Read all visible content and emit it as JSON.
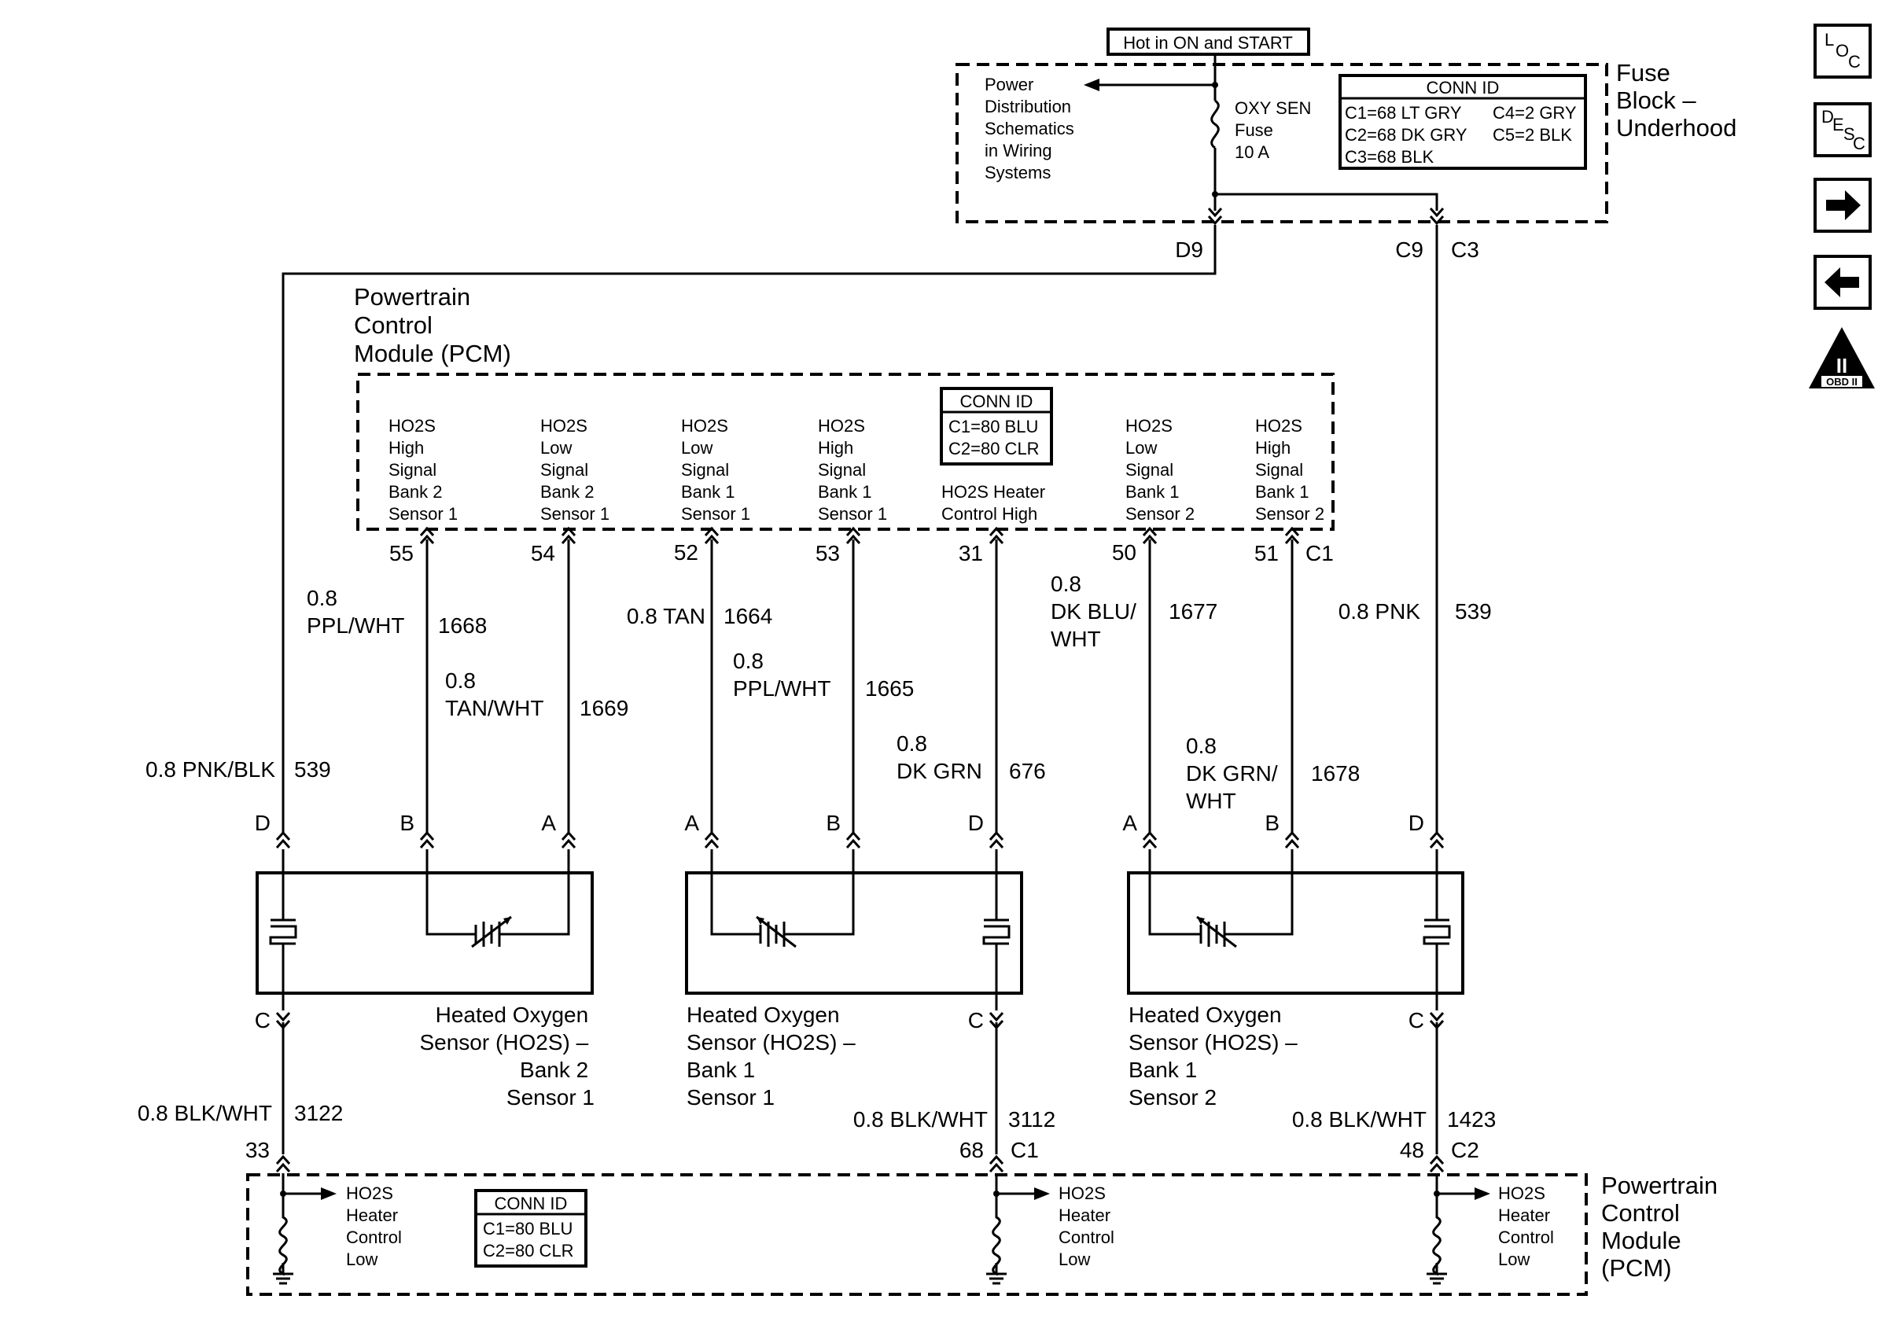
{
  "fuse_block": {
    "hot_label": "Hot in ON and START",
    "power_ref": [
      "Power",
      "Distribution",
      "Schematics",
      "in Wiring",
      "Systems"
    ],
    "fuse_label": [
      "OXY SEN",
      "Fuse",
      "10 A"
    ],
    "conn_title": "CONN ID",
    "conn_rows": [
      "C1=68 LT GRY",
      "C4=2 GRY",
      "C2=68 DK GRY",
      "C5=2 BLK",
      "C3=68 BLK"
    ],
    "name": [
      "Fuse",
      "Block –",
      "Underhood"
    ],
    "terminals": [
      "D9",
      "C9",
      "C3"
    ]
  },
  "pcm_top": {
    "title": [
      "Powertrain",
      "Control",
      "Module (PCM)"
    ],
    "conn_title": "CONN ID",
    "conn_rows": [
      "C1=80 BLU",
      "C2=80 CLR"
    ],
    "signals": [
      [
        "HO2S",
        "High",
        "Signal",
        "Bank 2",
        "Sensor 1"
      ],
      [
        "HO2S",
        "Low",
        "Signal",
        "Bank 2",
        "Sensor 1"
      ],
      [
        "HO2S",
        "Low",
        "Signal",
        "Bank 1",
        "Sensor 1"
      ],
      [
        "HO2S",
        "High",
        "Signal",
        "Bank 1",
        "Sensor 1"
      ],
      [
        "HO2S Heater",
        "Control High"
      ],
      [
        "HO2S",
        "Low",
        "Signal",
        "Bank 1",
        "Sensor 2"
      ],
      [
        "HO2S",
        "High",
        "Signal",
        "Bank 1",
        "Sensor 2"
      ]
    ],
    "pins": [
      "55",
      "54",
      "52",
      "53",
      "31",
      "50",
      "51"
    ],
    "connector": "C1"
  },
  "wires": [
    {
      "label": [
        "0.8",
        "PPL/WHT"
      ],
      "circuit": "1668"
    },
    {
      "label": [
        "0.8",
        "TAN/WHT"
      ],
      "circuit": "1669"
    },
    {
      "label": [
        "0.8 TAN"
      ],
      "circuit": "1664"
    },
    {
      "label": [
        "0.8",
        "PPL/WHT"
      ],
      "circuit": "1665"
    },
    {
      "label": [
        "0.8",
        "DK GRN"
      ],
      "circuit": "676"
    },
    {
      "label": [
        "0.8",
        "DK BLU/",
        "WHT"
      ],
      "circuit": "1677"
    },
    {
      "label": [
        "0.8",
        "DK GRN/",
        "WHT"
      ],
      "circuit": "1678"
    },
    {
      "label": [
        "0.8 PNK"
      ],
      "circuit": "539"
    },
    {
      "label": [
        "0.8 PNK/BLK"
      ],
      "circuit": "539"
    },
    {
      "label": [
        "0.8 BLK/WHT"
      ],
      "circuit": "3122"
    },
    {
      "label": [
        "0.8 BLK/WHT"
      ],
      "circuit": "3112"
    },
    {
      "label": [
        "0.8 BLK/WHT"
      ],
      "circuit": "1423"
    }
  ],
  "sensors": [
    {
      "name": [
        "Heated Oxygen",
        "Sensor (HO2S) –",
        "Bank 2",
        "Sensor 1"
      ],
      "top_pins": [
        "D",
        "B",
        "A"
      ],
      "bottom_pin": "C"
    },
    {
      "name": [
        "Heated Oxygen",
        "Sensor (HO2S) –",
        "Bank 1",
        "Sensor 1"
      ],
      "top_pins": [
        "A",
        "B",
        "D"
      ],
      "bottom_pin": "C"
    },
    {
      "name": [
        "Heated Oxygen",
        "Sensor (HO2S) –",
        "Bank 1",
        "Sensor 2"
      ],
      "top_pins": [
        "A",
        "B",
        "D"
      ],
      "bottom_pin": "C"
    }
  ],
  "pcm_bottom": {
    "pins": [
      "33",
      "68",
      "C1",
      "48",
      "C2"
    ],
    "conn_title": "CONN ID",
    "conn_rows": [
      "C1=80 BLU",
      "C2=80 CLR"
    ],
    "heater_label": [
      "HO2S",
      "Heater",
      "Control",
      "Low"
    ],
    "name": [
      "Powertrain",
      "Control",
      "Module",
      "(PCM)"
    ]
  },
  "nav": {
    "loc": [
      "L",
      "O",
      "C"
    ],
    "desc": [
      "D",
      "E",
      "S",
      "C"
    ],
    "obd_numeral": "II",
    "obd_text": "OBD II"
  },
  "icons": [
    "loc-icon",
    "desc-icon",
    "next-arrow-icon",
    "prev-arrow-icon",
    "obd-ii-icon"
  ]
}
